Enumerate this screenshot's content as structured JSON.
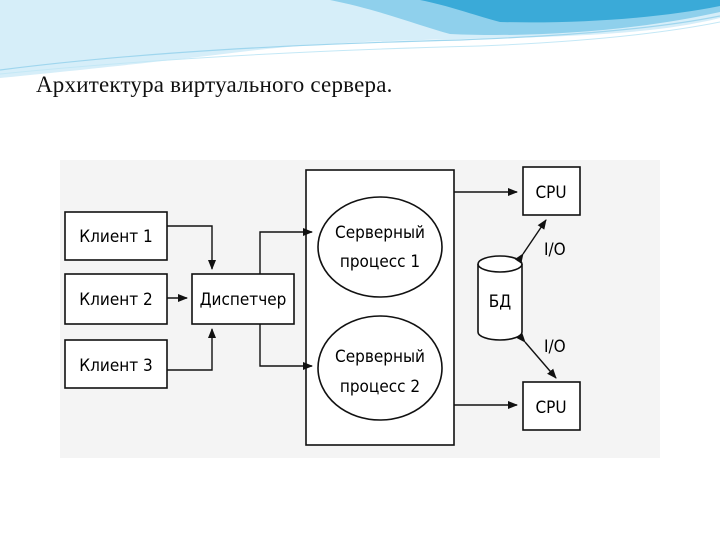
{
  "slide": {
    "title": "Архитектура  виртуального  сервера."
  },
  "diagram": {
    "clients": [
      "Клиент 1",
      "Клиент 2",
      "Клиент 3"
    ],
    "dispatcher": "Диспетчер",
    "server_processes": [
      {
        "line1": "Серверный",
        "line2": "процесс 1"
      },
      {
        "line1": "Серверный",
        "line2": "процесс 2"
      }
    ],
    "database": "БД",
    "cpu_labels": [
      "СРU",
      "СРU"
    ],
    "io_labels": [
      "I/O",
      "I/O"
    ]
  },
  "colors": {
    "header_light": "#d6eef9",
    "header_mid": "#8fd0ec",
    "header_dark": "#3aaad8",
    "diagram_bg": "#f4f4f4",
    "stroke": "#111111"
  }
}
